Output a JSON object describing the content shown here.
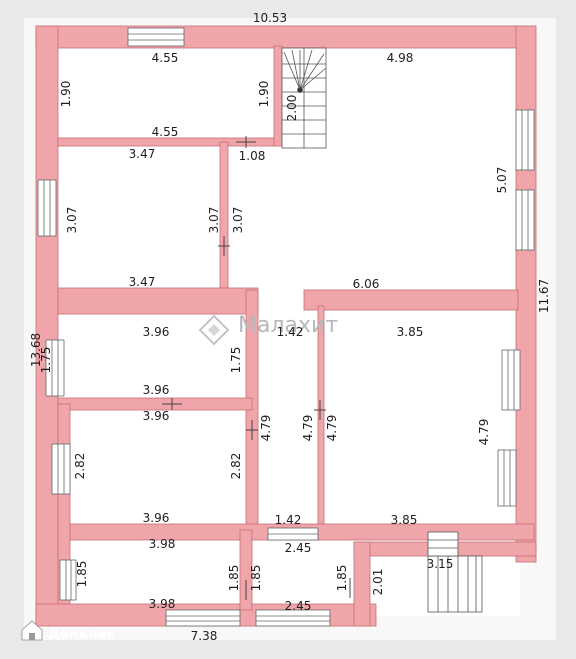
{
  "watermark": {
    "text": "Малахит"
  },
  "logo": {
    "text": "Домклик"
  },
  "dimensions": {
    "top_width": "10.53",
    "bottom_width": "7.38",
    "left_height": "13.68",
    "right_height": "11.67",
    "room1_top": "4.55",
    "room1_bottom": "4.55",
    "room1_left": "1.90",
    "room1_right": "1.90",
    "stair_top": "2.00",
    "hall_top": "4.98",
    "hall_right": "5.07",
    "hall_bottom": "6.06",
    "small_1_08": "1.08",
    "room2_top": "3.47",
    "room2_bottom": "3.47",
    "room2_left": "3.07",
    "room2_right_a": "3.07",
    "room2_right_b": "3.07",
    "room3_top": "3.96",
    "room3_bottom": "3.96",
    "room3_left": "1.75",
    "room3_right": "1.75",
    "corridor_top": "1.42",
    "corridor_bottom": "1.42",
    "corridor_left": "4.79",
    "corridor_right": "4.79",
    "room4_top": "3.96",
    "room4_bottom": "3.96",
    "room4_left": "2.82",
    "room4_right": "2.82",
    "room4_right_corr": "4.79",
    "room5_top": "3.85",
    "room5_bottom": "3.85",
    "room5_right": "4.79",
    "room6_top": "3.98",
    "room6_bottom": "3.98",
    "room6_left": "1.85",
    "room6_right_a": "1.85",
    "room6_right_b": "1.85",
    "room7_top": "2.45",
    "room7_bottom": "2.45",
    "room7_right": "1.85",
    "porch_left": "2.01",
    "porch_top": "3.15"
  }
}
